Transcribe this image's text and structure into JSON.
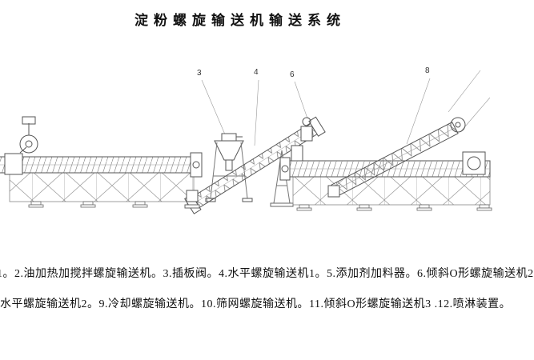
{
  "page": {
    "title": "淀粉螺旋输送机输送系统"
  },
  "drawing": {
    "callouts": [
      {
        "label": "3"
      },
      {
        "label": "4"
      },
      {
        "label": "6"
      },
      {
        "label": "8"
      }
    ]
  },
  "caption": {
    "line1": "1。2.油加热加搅拌螺旋输送机。3.插板阀。4.水平螺旋输送机1。5.添加剂加料器。6.倾斜O形螺旋输送机2",
    "line2": "水平螺旋输送机2。9.冷却螺旋输送机。10.筛网螺旋输送机。11.倾斜O形螺旋输送机3 .12.喷淋装置。"
  },
  "colors": {
    "line": "#555555",
    "light_line": "#999999",
    "text": "#111111"
  }
}
